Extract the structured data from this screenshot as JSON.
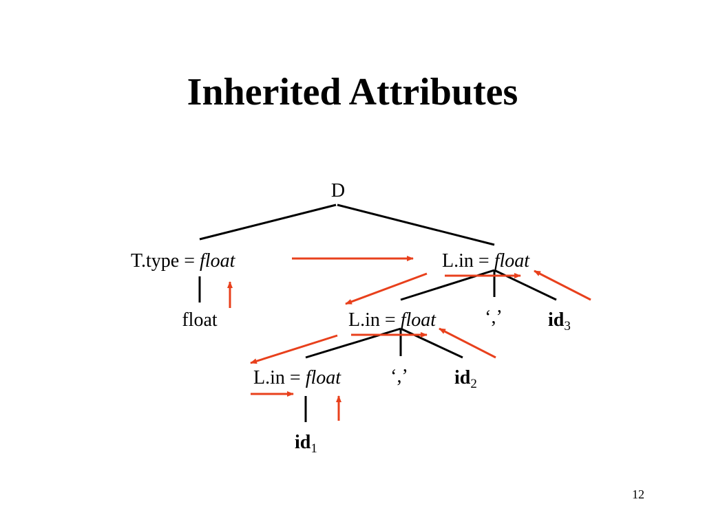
{
  "slide": {
    "title": "Inherited Attributes",
    "page_number": "12"
  },
  "tree": {
    "root": "D",
    "t_node": {
      "attr": "T.type = ",
      "value": "float"
    },
    "float_leaf": "float",
    "l1": {
      "attr": "L.in = ",
      "value": "float"
    },
    "l2": {
      "attr": "L.in = ",
      "value": "float"
    },
    "l3": {
      "attr": "L.in = ",
      "value": "float"
    },
    "comma_1": "‘,’",
    "comma_2": "‘,’",
    "id3": {
      "name": "id",
      "sub": "3"
    },
    "id2": {
      "name": "id",
      "sub": "2"
    },
    "id1": {
      "name": "id",
      "sub": "1"
    }
  },
  "colors": {
    "tree_edge": "#000000",
    "attribute_flow": "#e8401c"
  }
}
